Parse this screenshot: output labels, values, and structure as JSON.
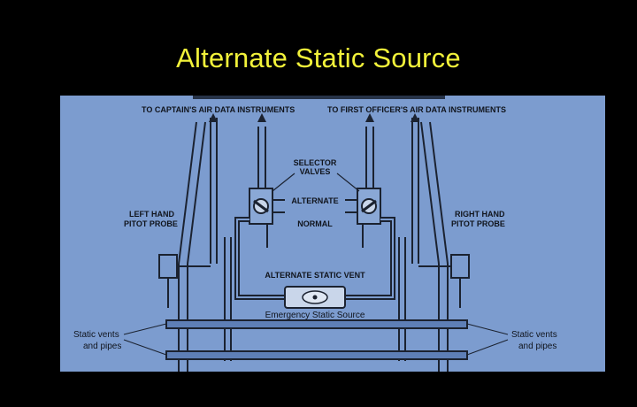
{
  "slide": {
    "title": "Alternate Static Source"
  },
  "diagram": {
    "labels": {
      "captain_instruments": "TO CAPTAIN'S AIR DATA INSTRUMENTS",
      "first_officer_instruments": "TO FIRST OFFICER'S AIR DATA INSTRUMENTS",
      "selector_valves_line1": "SELECTOR",
      "selector_valves_line2": "VALVES",
      "alternate": "ALTERNATE",
      "normal": "NORMAL",
      "left_probe_line1": "LEFT HAND",
      "left_probe_line2": "PITOT PROBE",
      "right_probe_line1": "RIGHT HAND",
      "right_probe_line2": "PITOT PROBE",
      "alternate_static_vent": "ALTERNATE STATIC VENT",
      "emergency_static_source": "Emergency Static Source",
      "static_vents_left_line1": "Static vents",
      "static_vents_left_line2": "and pipes",
      "static_vents_right_line1": "Static vents",
      "static_vents_right_line2": "and pipes"
    },
    "colors": {
      "panel_background": "#7c9ccf",
      "line_color": "#1b2230",
      "pipe_fill": "#5e7fb6",
      "title_color": "#f2f23a"
    }
  }
}
